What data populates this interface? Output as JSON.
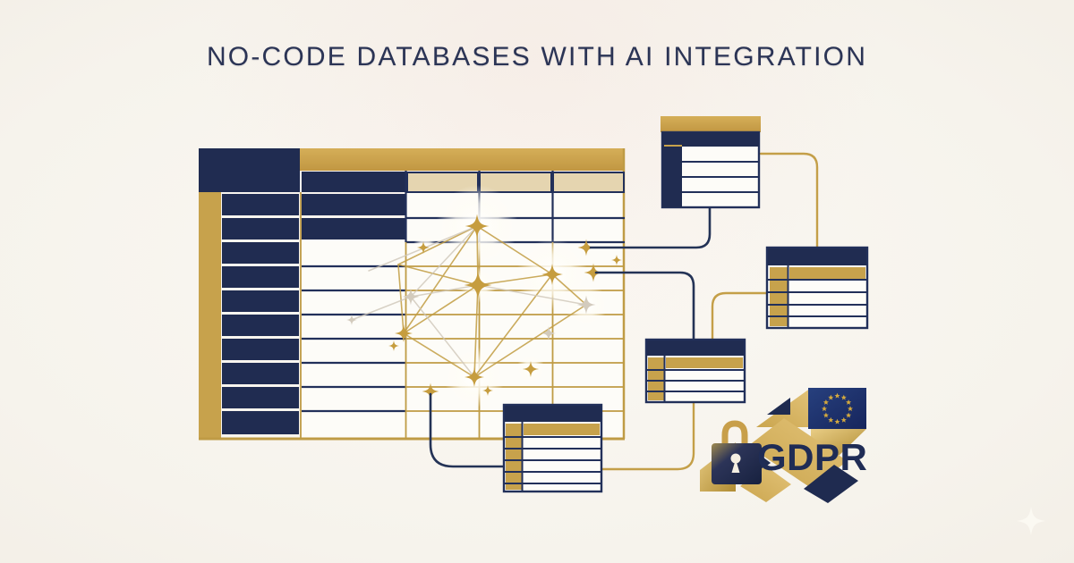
{
  "title": "NO-CODE DATABASES WITH AI INTEGRATION",
  "gdpr_badge": {
    "label": "GDPR",
    "flag_icon": "eu-flag-icon",
    "lock_icon": "padlock-icon",
    "star_count": 12
  },
  "palette": {
    "background": "#f6f3ec",
    "navy": "#1f2b50",
    "gold": "#c7a24c",
    "beige_header": "#e5d5b0",
    "grid_gold": "#bf9b45",
    "silver_sparkle": "#d3cbbd",
    "flag_blue": "#1d2f66",
    "star_gold": "#d4a93e",
    "title_text": "#2b3455"
  },
  "diagram": {
    "main_table": {
      "kind": "spreadsheet-grid",
      "header_rows": 2,
      "body_rows": 10,
      "columns": 5,
      "accents": "navy row headers, gold frame, beige column headers"
    },
    "mini_tables": [
      {
        "id": "card-1",
        "header": "gold",
        "subheader": "navy",
        "rows": 4
      },
      {
        "id": "card-2",
        "header": "navy",
        "key_column": "gold",
        "rows": 5
      },
      {
        "id": "card-3",
        "header": "navy",
        "key_column": "gold",
        "rows": 4
      },
      {
        "id": "card-4",
        "header": "navy",
        "key_column": "gold",
        "rows": 5
      }
    ],
    "connectors": [
      {
        "from": "main-table",
        "to": "card-1",
        "color": "navy"
      },
      {
        "from": "card-1",
        "to": "card-2",
        "color": "gold"
      },
      {
        "from": "main-table",
        "to": "card-3",
        "color": "navy"
      },
      {
        "from": "card-2",
        "to": "card-3",
        "color": "gold"
      },
      {
        "from": "card-3",
        "to": "card-4",
        "color": "gold"
      },
      {
        "from": "main-table",
        "to": "card-4",
        "color": "navy"
      }
    ],
    "ai_network": {
      "style": "gold constellation mesh with sparkles",
      "bright_nodes": 3,
      "sparkles": "gold and silver four-point stars"
    }
  }
}
